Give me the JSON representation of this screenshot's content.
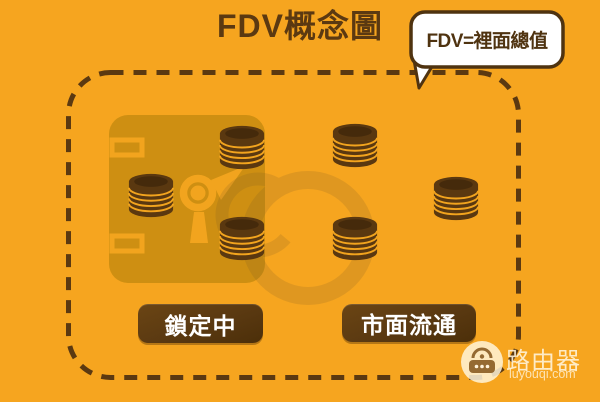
{
  "page": {
    "title": "FDV概念圖",
    "colors": {
      "background": "#F6A51F",
      "ink": "#5B3911",
      "vault_body": "#CE8F12",
      "coin": "#5A3810",
      "coin_top_inner": "#452A0B",
      "bubble_background": "#FFFFFF",
      "bubble_border": "#4F3310",
      "label_background": "#5A3911",
      "label_text": "#FFFFFF",
      "watermark_cream": "rgba(255,244,218,0.85)"
    }
  },
  "callout": {
    "text": "FDV=裡面總值"
  },
  "diagram": {
    "boundary": "dashed-rounded-rectangle",
    "zones": [
      {
        "id": "locked",
        "label": "鎖定中",
        "container": "safe-vault",
        "coin_stacks": 3
      },
      {
        "id": "circulating",
        "label": "市面流通",
        "container": "open-market",
        "coin_stacks": 3
      }
    ]
  },
  "watermark": {
    "brand": "路由器",
    "domain": "luyouqi.com"
  }
}
